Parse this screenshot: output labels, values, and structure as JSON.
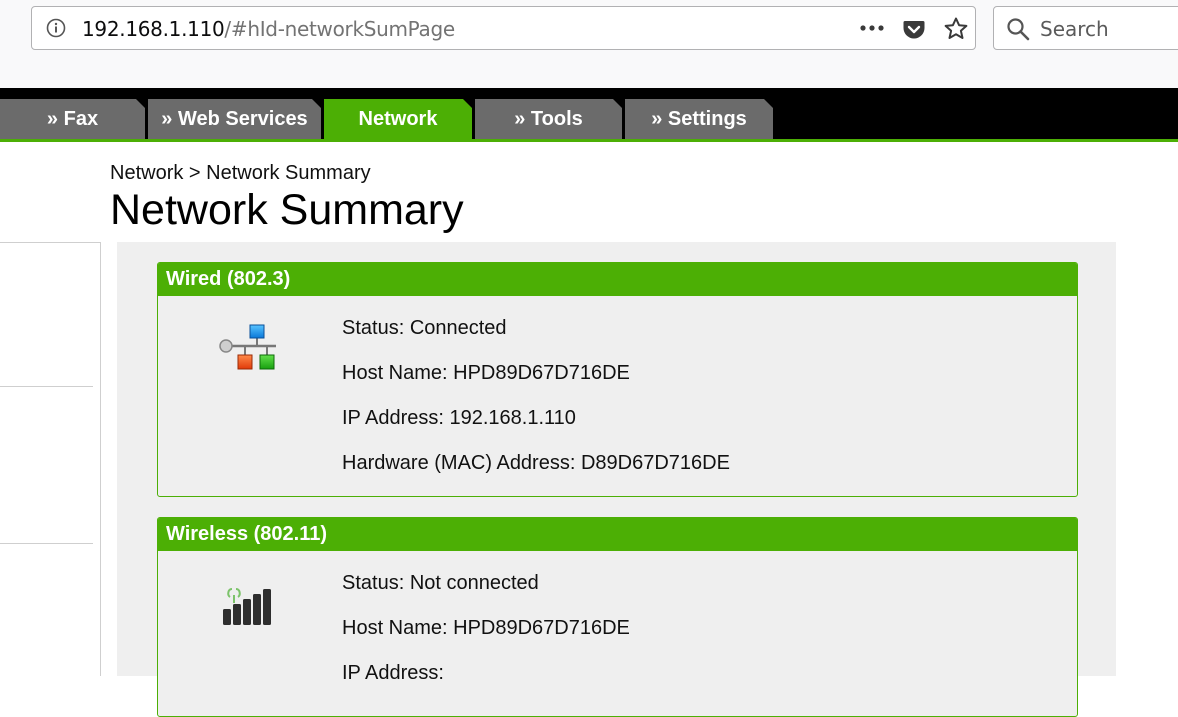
{
  "browser": {
    "url_host": "192.168.1.110",
    "url_path": "/#hId-networkSumPage",
    "search_placeholder": "Search",
    "icons": [
      "info-icon",
      "more-icon",
      "pocket-icon",
      "star-icon",
      "search-icon"
    ]
  },
  "nav": {
    "tabs": [
      {
        "label": "» Fax"
      },
      {
        "label": "» Web Services"
      },
      {
        "label": "Network",
        "active": true
      },
      {
        "label": "» Tools"
      },
      {
        "label": "» Settings"
      }
    ],
    "active_color": "#4caf05",
    "tab_color": "#6b6b6b"
  },
  "page": {
    "breadcrumb": "Network > Network Summary",
    "title": "Network Summary"
  },
  "wired": {
    "header": "Wired (802.3)",
    "status": "Status: Connected",
    "host_name": "Host Name: HPD89D67D716DE",
    "ip_address": "IP Address: 192.168.1.110",
    "mac_address": "Hardware (MAC) Address: D89D67D716DE"
  },
  "wireless": {
    "header": "Wireless (802.11)",
    "status": "Status: Not connected",
    "host_name": "Host Name: HPD89D67D716DE",
    "ip_address": "IP Address:"
  }
}
